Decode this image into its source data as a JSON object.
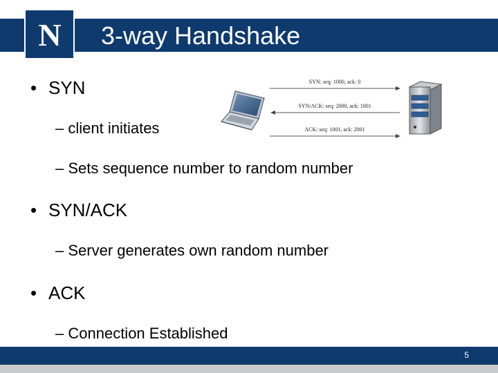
{
  "slide": {
    "logo_letter": "N",
    "title": "3-way Handshake",
    "page_number": "5"
  },
  "bullets": [
    {
      "label": "SYN",
      "subs": [
        "client initiates",
        "Sets sequence number to random number"
      ]
    },
    {
      "label": "SYN/ACK",
      "subs": [
        "Server generates own random number"
      ]
    },
    {
      "label": "ACK",
      "subs": [
        "Connection Established"
      ]
    }
  ],
  "diagram": {
    "messages": [
      {
        "text": "SYN: seq: 1000, ack: 0",
        "direction": "right"
      },
      {
        "text": "SYN/ACK: seq: 2000, ack: 1001",
        "direction": "left"
      },
      {
        "text": "ACK: seq: 1001, ack: 2001",
        "direction": "right"
      }
    ],
    "client_icon": "laptop-icon",
    "server_icon": "server-icon"
  },
  "colors": {
    "brand": "#0f3a6e",
    "footer_strip": "#c9cacb"
  }
}
